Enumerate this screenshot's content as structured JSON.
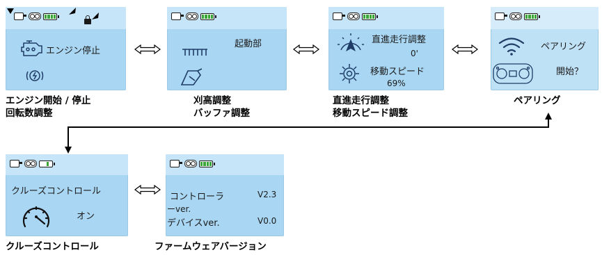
{
  "screens": {
    "engine": {
      "text": "エンジン停止",
      "caption_lines": [
        "エンジン開始 / 停止",
        "回転数調整"
      ]
    },
    "mower": {
      "text": "起動部",
      "caption_lines": [
        "刈高調整",
        "バッファ調整"
      ]
    },
    "straight": {
      "title": "直進走行調整",
      "value": "0'",
      "speed_label": "移動スピード",
      "speed_value": "69%",
      "caption_lines": [
        "直進走行調整",
        "移動スピード調整"
      ]
    },
    "pairing": {
      "line1": "ペアリング",
      "line2": "開始？",
      "caption_lines": [
        "ペアリング"
      ]
    },
    "cruise": {
      "line1": "クルーズコントロール",
      "line2": "オン",
      "caption_lines": [
        "クルーズコントロール"
      ]
    },
    "firmware": {
      "controller_label": "コントローラ",
      "controller_version": "V2.3",
      "ver_suffix": "ーver.",
      "device_label": "デバイスver.",
      "device_version": "V0.0",
      "caption_lines": [
        "ファームウェアバージョン"
      ]
    }
  },
  "colors": {
    "lcd": "#a9d6f2",
    "lcd_bar": "#c7e5f8",
    "battery": "#3aa63a",
    "arrow": "#000000"
  },
  "icons": {
    "engine": "engine-icon",
    "vibration": "vibration-icon",
    "blade": "blade-height-icon",
    "bumper": "buffer-icon",
    "compass": "direction-icon",
    "gear": "gear-icon",
    "wifi": "wifi-icon",
    "controller": "controller-icon",
    "speedometer": "speedometer-icon"
  }
}
